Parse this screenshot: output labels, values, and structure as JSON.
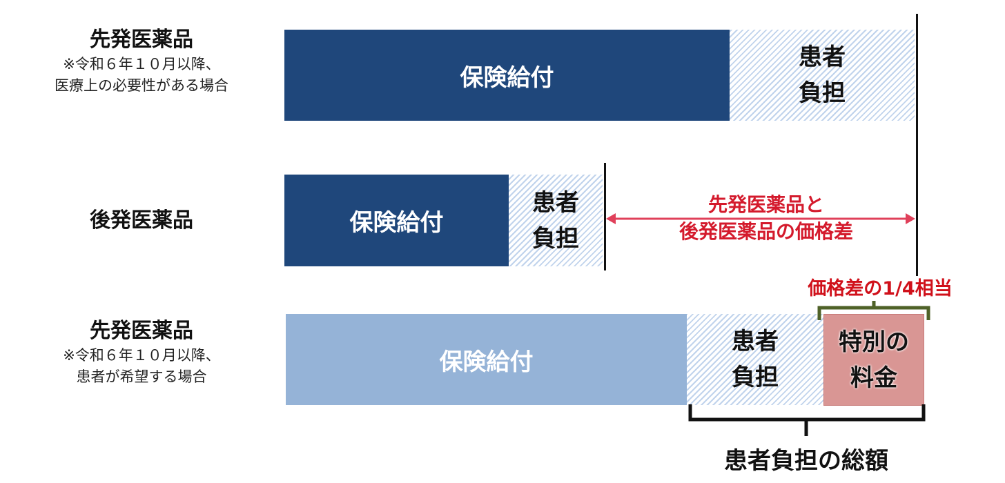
{
  "rows": [
    {
      "title": "先発医薬品",
      "note_line1": "※令和６年１０月以降、",
      "note_line2": "医療上の必要性がある場合",
      "insurance": "保険給付",
      "patient_line1": "患者",
      "patient_line2": "負担"
    },
    {
      "title": "後発医薬品",
      "insurance": "保険給付",
      "patient_line1": "患者",
      "patient_line2": "負担"
    },
    {
      "title": "先発医薬品",
      "note_line1": "※令和６年１０月以降、",
      "note_line2": "患者が希望する場合",
      "insurance": "保険給付",
      "patient_line1": "患者",
      "patient_line2": "負担",
      "special_line1": "特別の",
      "special_line2": "料金"
    }
  ],
  "price_diff_line1": "先発医薬品と",
  "price_diff_line2": "後発医薬品の価格差",
  "quarter_label": "価格差の1/4相当",
  "total_label": "患者負担の総額",
  "colors": {
    "dark": "#1f477b",
    "light": "#95b3d7",
    "pink": "#d99694",
    "red": "#d41a2c",
    "green": "#4f6228"
  }
}
